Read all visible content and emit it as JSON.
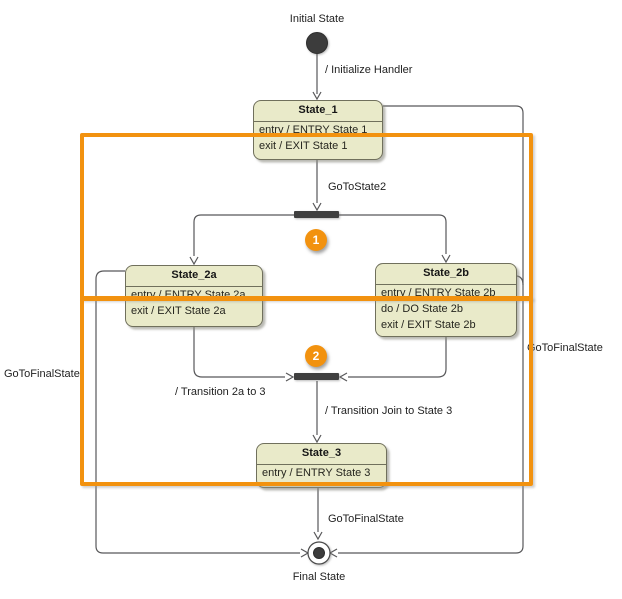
{
  "diagram_title": "UML state machine diagram",
  "colors": {
    "state_fill": "#e9eac9",
    "state_border": "#70705c",
    "accent_orange": "#f2920f",
    "bar": "#3f3f3f",
    "line": "#58585a",
    "text": "#1f1f1f"
  },
  "nodes": {
    "initial_label": "Initial State",
    "final_label": "Final State"
  },
  "states": [
    {
      "name": "State_1",
      "actions": [
        "entry / ENTRY State 1",
        "exit / EXIT State 1"
      ]
    },
    {
      "name": "State_2a",
      "actions": [
        "entry / ENTRY State 2a",
        "exit / EXIT State 2a"
      ]
    },
    {
      "name": "State_2b",
      "actions": [
        "entry / ENTRY State 2b",
        "do / DO State 2b",
        "exit / EXIT State 2b"
      ]
    },
    {
      "name": "State_3",
      "actions": [
        "entry / ENTRY State 3"
      ]
    }
  ],
  "transitions": {
    "initialize_handler": "/ Initialize Handler",
    "go_to_state2": "GoToState2",
    "transition_2a_to_3": "/ Transition 2a to 3",
    "transition_join_to_state3": "/ Transition Join to State 3",
    "go_to_final_bottom": "GoToFinalState",
    "go_to_final_left": "GoToFinalState",
    "go_to_final_right": "GoToFinalState"
  },
  "badges": [
    {
      "label": "1"
    },
    {
      "label": "2"
    }
  ]
}
